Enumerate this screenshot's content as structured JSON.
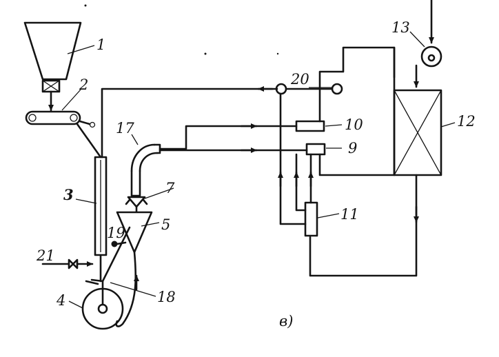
{
  "labels": {
    "n1": "1",
    "n2": "2",
    "n3": "3",
    "n4": "4",
    "n5": "5",
    "n7": "7",
    "n9": "9",
    "n10": "10",
    "n11": "11",
    "n12": "12",
    "n13": "13",
    "n17": "17",
    "n18": "18",
    "n19": "19",
    "n20": "20",
    "n21": "21",
    "caption": "в)"
  }
}
